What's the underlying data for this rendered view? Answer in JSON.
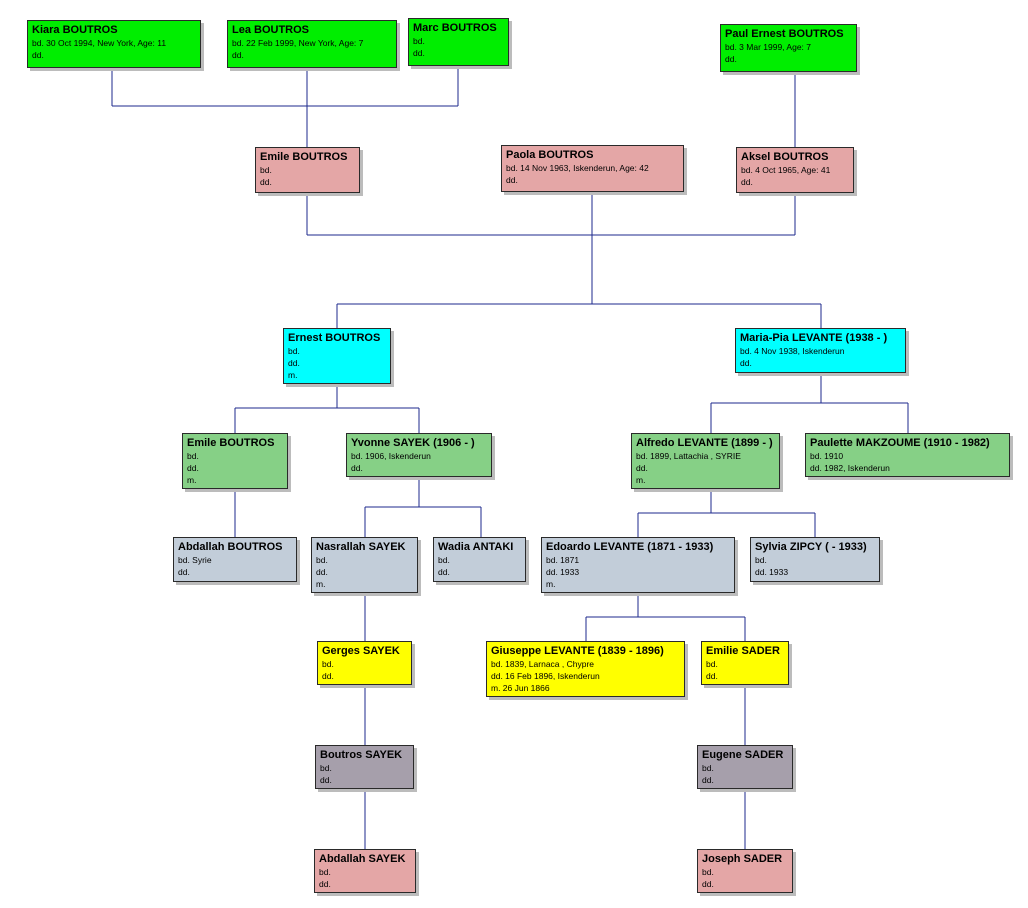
{
  "persons": [
    {
      "id": "kiara",
      "name": "Kiara BOUTROS",
      "lines": [
        "bd. 30 Oct 1994, New York, Age: 11",
        "dd."
      ],
      "color": "green"
    },
    {
      "id": "lea",
      "name": "Lea BOUTROS",
      "lines": [
        "bd. 22 Feb 1999, New York, Age: 7",
        "dd."
      ],
      "color": "green"
    },
    {
      "id": "marc",
      "name": "Marc BOUTROS",
      "lines": [
        "bd.",
        "dd."
      ],
      "color": "green"
    },
    {
      "id": "paul-ernest",
      "name": "Paul Ernest BOUTROS",
      "lines": [
        "bd. 3 Mar 1999, Age: 7",
        "dd."
      ],
      "color": "green"
    },
    {
      "id": "emile-jr",
      "name": "Emile BOUTROS",
      "lines": [
        "bd.",
        "dd."
      ],
      "color": "pink"
    },
    {
      "id": "paola",
      "name": "Paola BOUTROS",
      "lines": [
        "bd. 14 Nov 1963, Iskenderun, Age: 42",
        "dd."
      ],
      "color": "pink"
    },
    {
      "id": "aksel",
      "name": "Aksel BOUTROS",
      "lines": [
        "bd. 4 Oct 1965, Age: 41",
        "dd."
      ],
      "color": "pink"
    },
    {
      "id": "ernest",
      "name": "Ernest BOUTROS",
      "lines": [
        "bd.",
        "dd.",
        "m."
      ],
      "color": "cyan"
    },
    {
      "id": "maria-pia",
      "name": "Maria-Pia LEVANTE (1938 - )",
      "lines": [
        "bd. 4 Nov 1938, Iskenderun",
        "dd."
      ],
      "color": "cyan"
    },
    {
      "id": "emile-sr",
      "name": "Emile BOUTROS",
      "lines": [
        "bd.",
        "dd.",
        "m."
      ],
      "color": "lgreen"
    },
    {
      "id": "yvonne",
      "name": "Yvonne SAYEK (1906 - )",
      "lines": [
        "bd. 1906, Iskenderun",
        "dd."
      ],
      "color": "lgreen"
    },
    {
      "id": "alfredo",
      "name": "Alfredo LEVANTE (1899 - )",
      "lines": [
        "bd. 1899, Lattachia , SYRIE",
        "dd.",
        "m."
      ],
      "color": "lgreen"
    },
    {
      "id": "paulette",
      "name": "Paulette MAKZOUME (1910 - 1982)",
      "lines": [
        "bd. 1910",
        "dd. 1982, Iskenderun"
      ],
      "color": "lgreen"
    },
    {
      "id": "abdallah-b",
      "name": "Abdallah BOUTROS",
      "lines": [
        "bd. Syrie",
        "dd."
      ],
      "color": "blue"
    },
    {
      "id": "nasrallah",
      "name": "Nasrallah SAYEK",
      "lines": [
        "bd.",
        "dd.",
        "m."
      ],
      "color": "blue"
    },
    {
      "id": "wadia",
      "name": "Wadia ANTAKI",
      "lines": [
        "bd.",
        "dd."
      ],
      "color": "blue"
    },
    {
      "id": "edoardo",
      "name": "Edoardo LEVANTE (1871 - 1933)",
      "lines": [
        "bd. 1871",
        "dd. 1933",
        "m."
      ],
      "color": "blue"
    },
    {
      "id": "sylvia",
      "name": "Sylvia ZIPCY ( - 1933)",
      "lines": [
        "bd.",
        "dd. 1933"
      ],
      "color": "blue"
    },
    {
      "id": "gerges",
      "name": "Gerges SAYEK",
      "lines": [
        "bd.",
        "dd."
      ],
      "color": "yellow"
    },
    {
      "id": "giuseppe",
      "name": "Giuseppe LEVANTE (1839 - 1896)",
      "lines": [
        "bd. 1839, Larnaca , Chypre",
        "dd. 16 Feb 1896, Iskenderun",
        "m. 26 Jun 1866"
      ],
      "color": "yellow"
    },
    {
      "id": "emilie",
      "name": "Emilie SADER",
      "lines": [
        "bd.",
        "dd."
      ],
      "color": "yellow"
    },
    {
      "id": "boutros-s",
      "name": "Boutros SAYEK",
      "lines": [
        "bd.",
        "dd."
      ],
      "color": "mauve"
    },
    {
      "id": "eugene",
      "name": "Eugene SADER",
      "lines": [
        "bd.",
        "dd."
      ],
      "color": "mauve"
    },
    {
      "id": "abdallah-s",
      "name": "Abdallah SAYEK",
      "lines": [
        "bd.",
        "dd."
      ],
      "color": "pink"
    },
    {
      "id": "joseph",
      "name": "Joseph SADER",
      "lines": [
        "bd.",
        "dd."
      ],
      "color": "pink"
    }
  ],
  "colors": {
    "green": "#00ee00",
    "pink": "#e4a6a6",
    "cyan": "#00ffff",
    "lgreen": "#86d086",
    "blue": "#c2cdd9",
    "yellow": "#ffff00",
    "mauve": "#a69fab",
    "connector": "#1d2a8c"
  }
}
